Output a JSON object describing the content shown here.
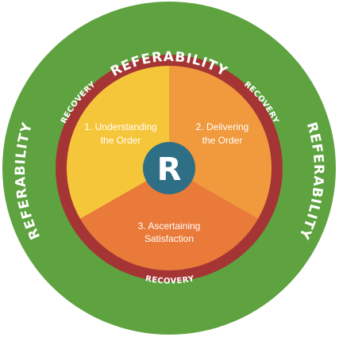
{
  "outer_ring": {
    "label_top": "REFERABILITY",
    "label_left": "REFERABILITY",
    "label_right": "REFERABILITY"
  },
  "inner_ring": {
    "label_top_left": "RECOVERY",
    "label_top_right": "RECOVERY",
    "label_bottom": "RECOVERY"
  },
  "segments": [
    {
      "line1": "1. Understanding",
      "line2": "the Order"
    },
    {
      "line1": "2. Delivering",
      "line2": "the Order"
    },
    {
      "line1": "3.  Ascertaining",
      "line2": "Satisfaction"
    }
  ],
  "center": {
    "logo_letter": "R"
  },
  "colors": {
    "outer_ring": "#5ea33f",
    "inner_ring": "#a53535",
    "segment_1": "#f6c63a",
    "segment_2": "#f0993d",
    "segment_3": "#ea7a3a",
    "center": "#2e6f86"
  }
}
